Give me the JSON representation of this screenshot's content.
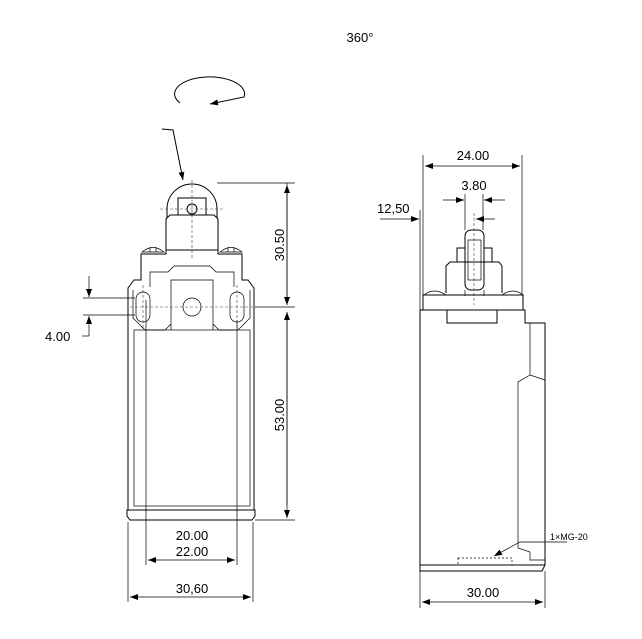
{
  "rotation_label": "360°",
  "front_view": {
    "dim_height_top": "30.50",
    "dim_height_body": "53.00",
    "dim_slot": "4.00",
    "dim_inner_1": "20.00",
    "dim_inner_2": "22.00",
    "dim_width": "30,60"
  },
  "side_view": {
    "dim_width_top": "24.00",
    "dim_roller": "3.80",
    "dim_offset": "12,50",
    "dim_width_bottom": "30.00",
    "cable_entry_label": "1×MG-20"
  }
}
